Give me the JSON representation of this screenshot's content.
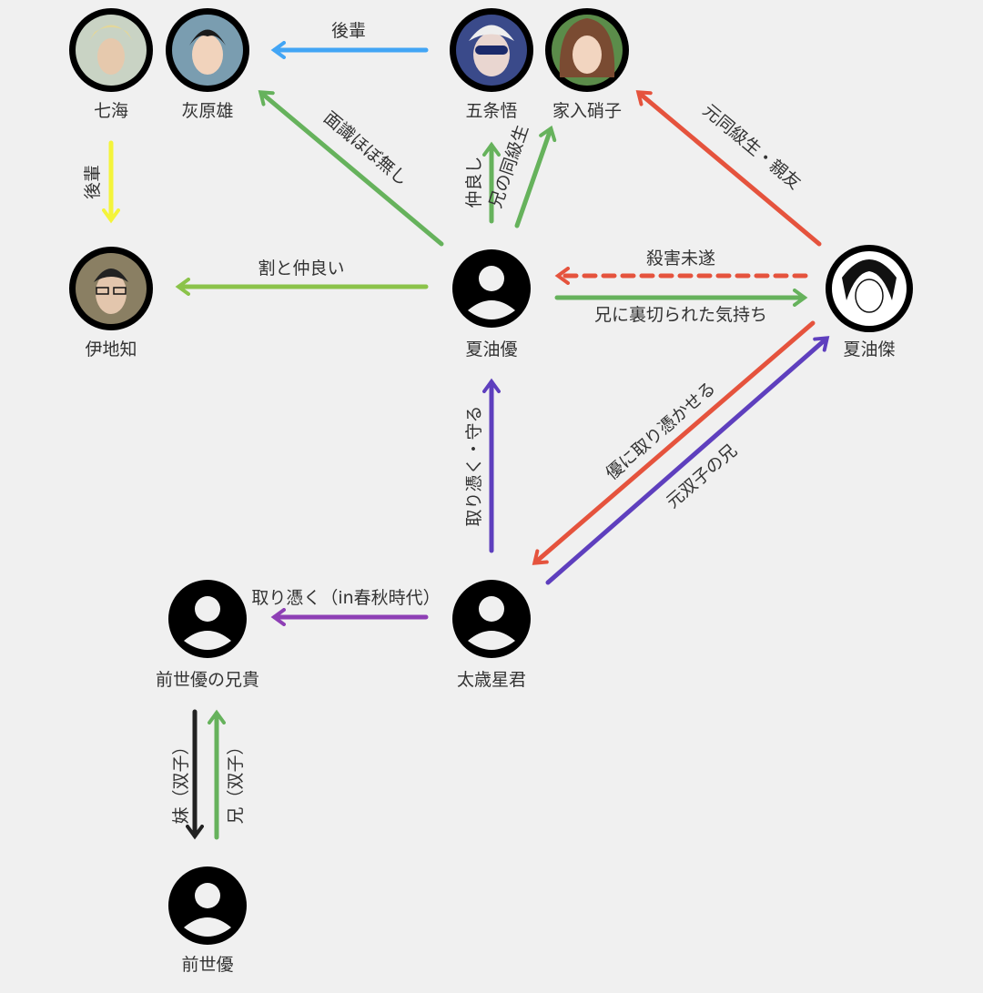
{
  "colors": {
    "blue": "#42a5f5",
    "yellow": "#f4f43a",
    "green": "#66b25c",
    "lightgreen": "#8bc34a",
    "red": "#e5533d",
    "purple": "#5e3fbe",
    "violet": "#8e3fb5",
    "black": "#222222"
  },
  "nodes": {
    "nanami": "七海",
    "haibara": "灰原雄",
    "gojo": "五条悟",
    "ieiri": "家入硝子",
    "ijichi": "伊地知",
    "yu": "夏油優",
    "suguru": "夏油傑",
    "past_brother": "前世優の兄貴",
    "taisai": "太歳星君",
    "past_yu": "前世優"
  },
  "edges": {
    "haibara_kohai": "後輩",
    "ijichi_kohai": "後輩",
    "barely_met": "面識ほぼ無し",
    "fairly_close": "割と仲良い",
    "close": "仲良し",
    "brothers_classmate": "兄の同級生",
    "former_classmate_friend": "元同級生・親友",
    "attempted_murder": "殺害未遂",
    "betrayed_feeling": "兄に裏切られた気持ち",
    "make_possess": "優に取り憑かせる",
    "former_twin_brother": "元双子の兄",
    "possess_protect": "取り憑く・守る",
    "possess_spring_autumn": "取り憑く（in春秋時代）",
    "younger_sister_twin": "妹（双子）",
    "older_brother_twin": "兄（双子）"
  }
}
